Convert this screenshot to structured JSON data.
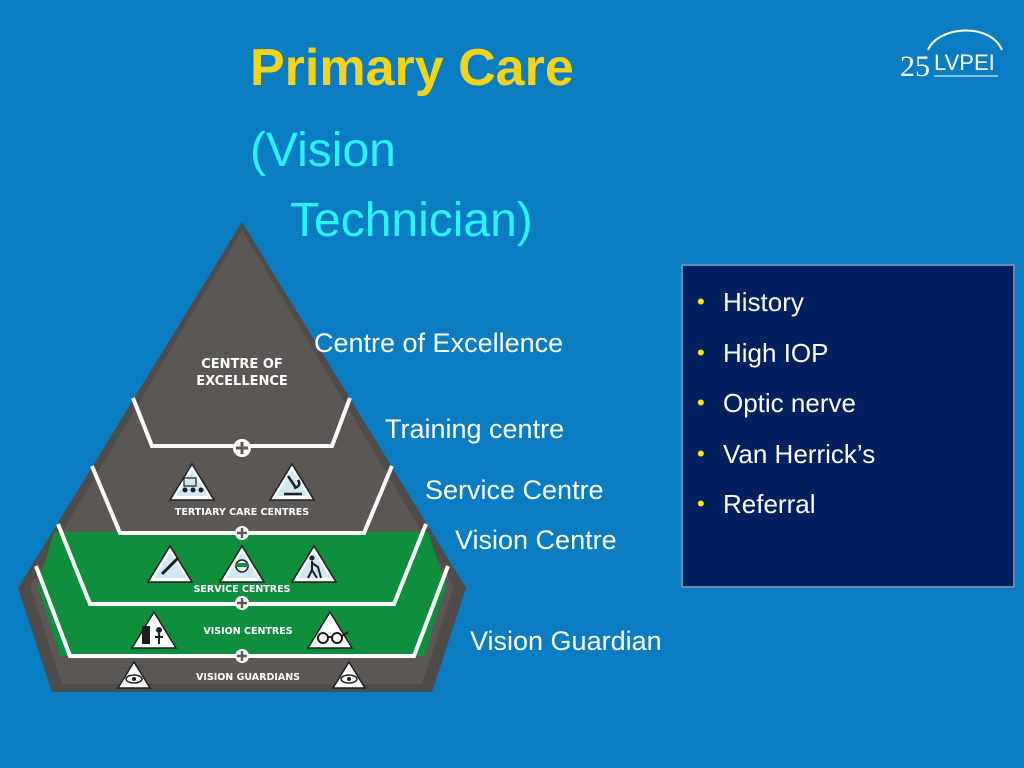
{
  "title": "Primary Care",
  "subtitle": {
    "line1": "(Vision",
    "line2": "Technician)"
  },
  "logo": {
    "number": "25",
    "text": "LVPEI",
    "tagline": ""
  },
  "pyramid": {
    "tiers": [
      "CENTRE OF",
      "EXCELLENCE",
      "TERTIARY CARE CENTRES",
      "SERVICE CENTRES",
      "VISION CENTRES",
      "VISION GUARDIANS"
    ],
    "connector": "+",
    "highlight_color": "#0f8f3c",
    "stone_color": "#5a5754"
  },
  "tier_labels": [
    "Centre of Excellence",
    "Training centre",
    "Service Centre",
    "Vision Centre",
    "Vision Guardian"
  ],
  "bullets": {
    "marker": "•",
    "items": [
      "History",
      "High IOP",
      "Optic nerve",
      "Van Herrick’s",
      "Referral"
    ]
  }
}
